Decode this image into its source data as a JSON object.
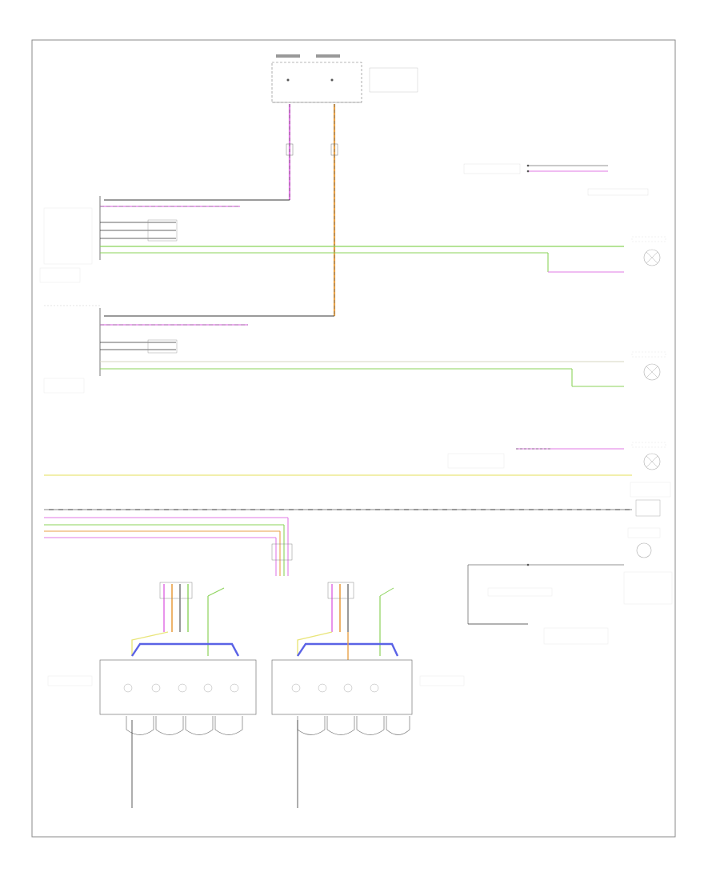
{
  "footer": {
    "code": ""
  },
  "modules": [
    {
      "id": "fuse-box",
      "label": ""
    },
    {
      "id": "headlamp-switch",
      "label": ""
    },
    {
      "id": "smart-junction-box",
      "label": ""
    },
    {
      "id": "instrument-cluster",
      "label": ""
    },
    {
      "id": "left-mirror-lamp",
      "label": ""
    },
    {
      "id": "right-mirror-lamp",
      "label": ""
    },
    {
      "id": "high-mount-stop-lamp",
      "label": ""
    },
    {
      "id": "license-lamp",
      "label": ""
    },
    {
      "id": "liftgate-module",
      "label": ""
    },
    {
      "id": "left-rear-lamp-assembly",
      "label": ""
    },
    {
      "id": "right-rear-lamp-assembly",
      "label": ""
    }
  ],
  "colors": {
    "pink": "#e27ae6",
    "green": "#8bd35a",
    "yellow": "#e9e57a",
    "orange": "#e9a247",
    "blue": "#5a62e6",
    "gray": "#6f6f6f",
    "black": "#333333"
  }
}
